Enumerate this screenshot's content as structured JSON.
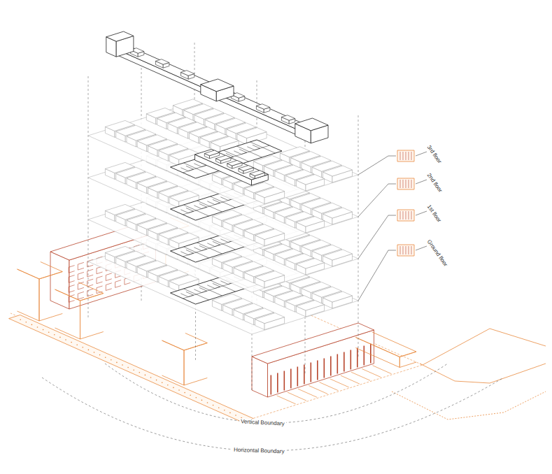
{
  "diagram": {
    "labels": [
      "3rd floor",
      "2nd floor",
      "1st floor",
      "Ground floor",
      "Vertical Boundary",
      "Horizontal Boundary"
    ]
  }
}
